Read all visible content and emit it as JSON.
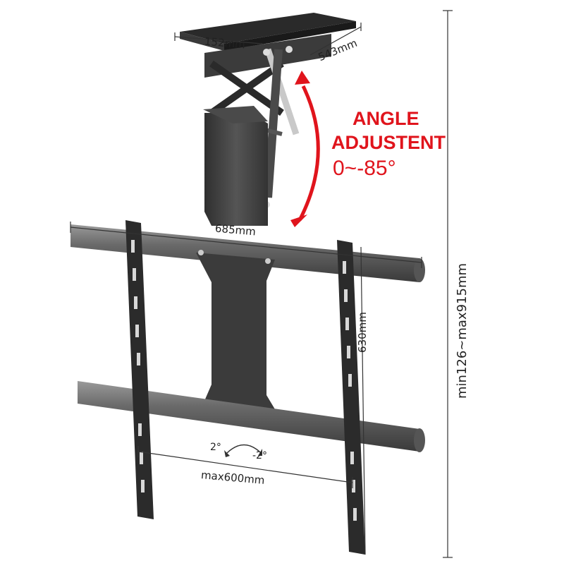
{
  "dimensions": {
    "plate_width": "152mm",
    "plate_depth": "543mm",
    "rail_width": "685mm",
    "bracket_height": "630mm",
    "vesa_width": "max600mm",
    "drop_range": "min126~max915mm"
  },
  "angle_adjustment": {
    "line1": "ANGLE",
    "line2": "ADJUSTENT",
    "line3": "0~-85°"
  },
  "tilt_labels": {
    "left": "2°",
    "right": "-2°"
  },
  "colors": {
    "accent": "#e0141c",
    "metal_dark": "#2b2b2b",
    "metal_mid": "#4a4a4a",
    "metal_light": "#8a8a8a"
  }
}
